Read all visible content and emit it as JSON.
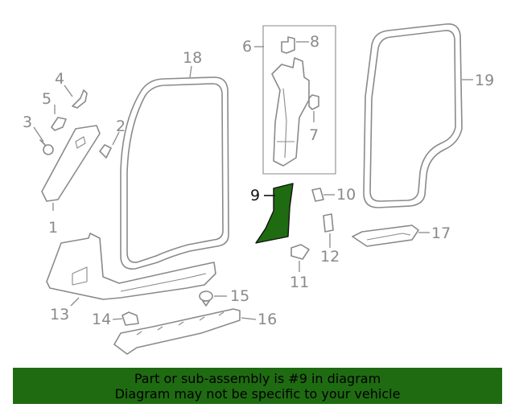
{
  "callouts": [
    {
      "id": "1",
      "label": "1"
    },
    {
      "id": "2",
      "label": "2"
    },
    {
      "id": "3",
      "label": "3"
    },
    {
      "id": "4",
      "label": "4"
    },
    {
      "id": "5",
      "label": "5"
    },
    {
      "id": "6",
      "label": "6"
    },
    {
      "id": "7",
      "label": "7"
    },
    {
      "id": "8",
      "label": "8"
    },
    {
      "id": "9",
      "label": "9"
    },
    {
      "id": "10",
      "label": "10"
    },
    {
      "id": "11",
      "label": "11"
    },
    {
      "id": "12",
      "label": "12"
    },
    {
      "id": "13",
      "label": "13"
    },
    {
      "id": "14",
      "label": "14"
    },
    {
      "id": "15",
      "label": "15"
    },
    {
      "id": "16",
      "label": "16"
    },
    {
      "id": "17",
      "label": "17"
    },
    {
      "id": "18",
      "label": "18"
    },
    {
      "id": "19",
      "label": "19"
    }
  ],
  "highlighted_part": "9",
  "colors": {
    "highlight": "#1f6b12",
    "line": "#8a8a8a",
    "text": "#000000"
  },
  "banner": {
    "line1": "Part or sub-assembly is #9 in diagram",
    "line2": "Diagram may not be specific to your vehicle"
  }
}
